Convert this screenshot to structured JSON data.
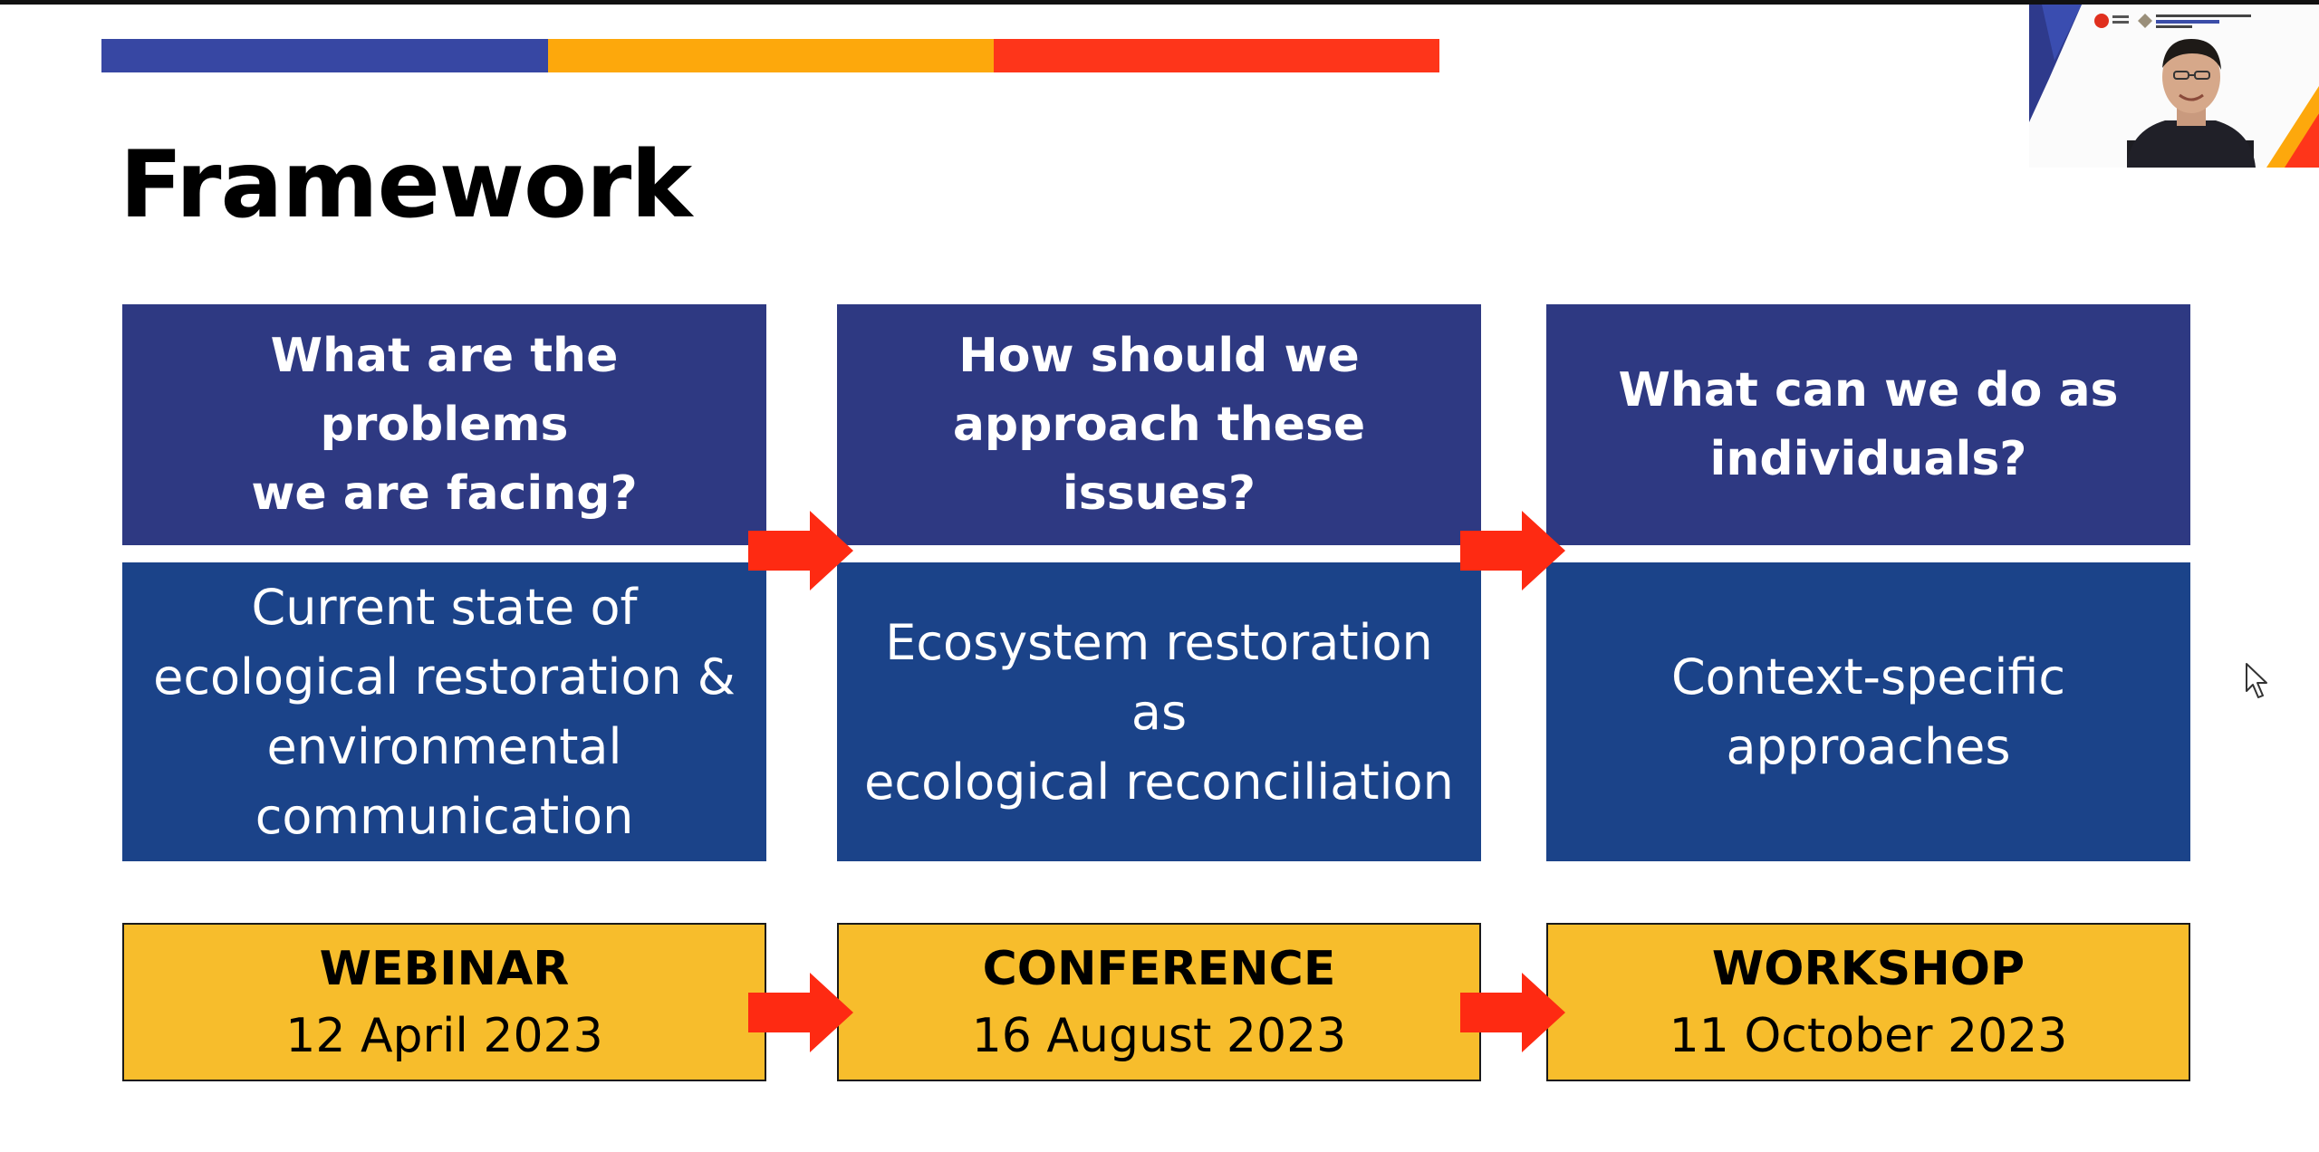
{
  "slide": {
    "title": "Framework"
  },
  "columns": [
    {
      "question": [
        "What are the problems",
        "we are facing?"
      ],
      "answer": [
        "Current state of",
        "ecological restoration &",
        "environmental",
        "communication"
      ],
      "event_name": "WEBINAR",
      "event_date": "12 April 2023"
    },
    {
      "question": [
        "How should we",
        "approach these issues?"
      ],
      "answer": [
        "Ecosystem restoration as",
        "ecological reconciliation"
      ],
      "event_name": "CONFERENCE",
      "event_date": "16 August 2023"
    },
    {
      "question": [
        "What can we do as",
        "individuals?"
      ],
      "answer": [
        "Context-specific",
        "approaches"
      ],
      "event_name": "WORKSHOP",
      "event_date": "11 October 2023"
    }
  ],
  "colors": {
    "accent_blue": "#3747a3",
    "accent_orange": "#fda80c",
    "accent_red": "#fe351a",
    "question_bg": "#2e3982",
    "answer_bg": "#1b4389",
    "event_bg": "#f7bd2c",
    "arrow": "#fe2a12"
  },
  "icons": {
    "arrow": "right-arrow-icon",
    "cursor": "mouse-pointer-icon"
  }
}
